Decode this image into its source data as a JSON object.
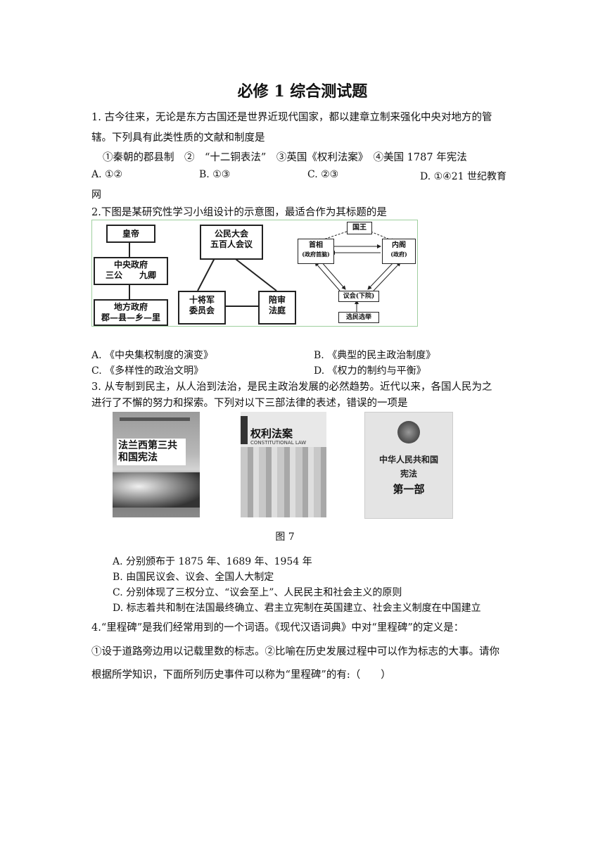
{
  "title": "必修 1 综合测试题",
  "q1": {
    "stem_line1": "1. 古今往来，无论是东方古国还是世界近现代国家，都以建章立制来强化中央对地方的管",
    "stem_line2": "辖。下列具有此类性质的文献和制度是",
    "items": "①秦朝的郡县制　②　“十二铜表法”　③英国《权利法案》　④美国 1787 年宪法",
    "options": [
      "A. ①②",
      "B. ①③",
      "C. ②③",
      "D. ①④21 世纪教育"
    ],
    "tail": "网"
  },
  "q2": {
    "stem": "2.下图是某研究性学习小组设计的示意图，最适合作为其标题的是",
    "diagram": {
      "emperor": "皇帝",
      "central_gov": "中央政府",
      "sangong_jiuqing": "三公　　九卿",
      "local_gov": "地方政府",
      "jun_xian": "郡—县—乡—里",
      "assembly_1": "公民大会",
      "assembly_2": "五百人会议",
      "generals_1": "十将军",
      "generals_2": "委员会",
      "jury_1": "陪审",
      "jury_2": "法庭",
      "king": "国王",
      "pm": "首相",
      "pm_sub": "(政府首脑)",
      "cabinet": "内阁",
      "cabinet_sub": "(政府)",
      "parliament": "议会(下院)",
      "voters": "选民选举"
    },
    "options": [
      "A. 《中央集权制度的演变》",
      "B. 《典型的民主政治制度》",
      "C. 《多样性的政治文明》",
      "D. 《权力的制约与平衡》"
    ]
  },
  "q3": {
    "stem_line1": "3. 从专制到民主，从人治到法治，是民主政治发展的必然趋势。近代以来，各国人民为之",
    "stem_line2": "进行了不懈的努力和探索。下列对以下三部法律的表述，错误的一项是",
    "book1_title": "法兰西第三共和国宪法",
    "book2_title": "权利法案",
    "book2_sub": "CONSTITUTIONAL LAW",
    "book3_title_1": "中华人民共和国",
    "book3_title_2": "宪法",
    "book3_title_3": "第一部",
    "figure_caption": "图 7",
    "options": [
      "A. 分别颁布于 1875 年、1689 年、1954 年",
      "B. 由国民议会、议会、全国人大制定",
      "C. 分别体现了三权分立、“议会至上”、人民民主和社会主义的原则",
      "D. 标志着共和制在法国最终确立、君主立宪制在英国建立、社会主义制度在中国建立"
    ]
  },
  "q4": {
    "line1": "4.“里程碑”是我们经常用到的一个词语。《现代汉语词典》中对“里程碑”的定义是：",
    "line2": "①设于道路旁边用以记载里数的标志。②比喻在历史发展过程中可以作为标志的大事。请你",
    "line3": "根据所学知识，下面所列历史事件可以称为“里程碑”的有:（　　）"
  }
}
